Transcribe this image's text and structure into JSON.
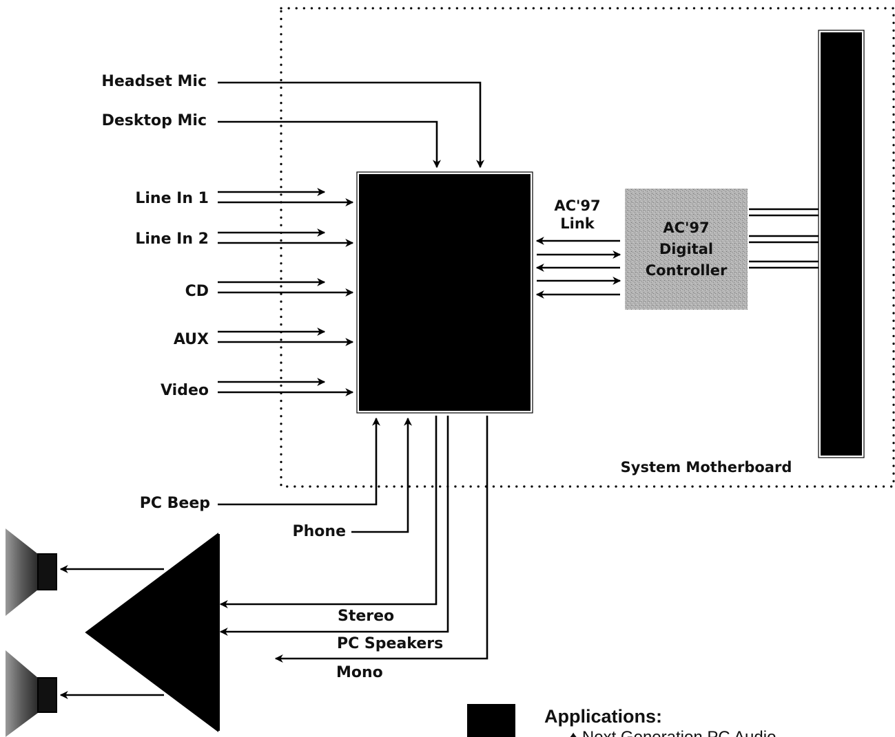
{
  "inputs_top": {
    "headset_mic": "Headset Mic",
    "desktop_mic": "Desktop Mic"
  },
  "inputs_left": {
    "line_in_1": "Line In 1",
    "line_in_2": "Line In 2",
    "cd": "CD",
    "aux": "AUX",
    "video": "Video"
  },
  "inputs_bottom": {
    "pc_beep": "PC Beep",
    "phone": "Phone"
  },
  "outputs": {
    "stereo": "Stereo",
    "pc_speakers": "PC Speakers",
    "mono": "Mono"
  },
  "link_label": [
    "AC'97",
    "Link"
  ],
  "controller_label": [
    "AC'97",
    "Digital",
    "Controller"
  ],
  "motherboard_label": "System Motherboard",
  "legend": {
    "heading": "Applications:",
    "first_item": "♦ Next Generation PC Audio"
  },
  "colors": {
    "codec_block": "#000000",
    "controller_block": "#a8a8a8",
    "bus_bar": "#000000",
    "motherboard_border": "#000000"
  }
}
